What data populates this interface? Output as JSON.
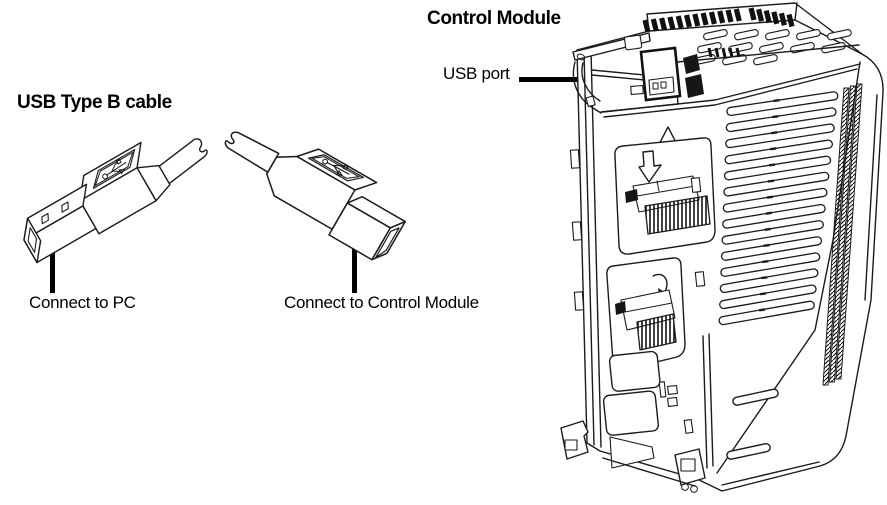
{
  "page": {
    "background": "#ffffff",
    "line_color": "#1b1b1b",
    "text_color": "#000000"
  },
  "cable_section": {
    "heading": "USB Type B cable",
    "type_a_label": "Connect to PC",
    "type_b_label": "Connect to Control Module",
    "type_a_illustration": "usb-type-a-plug",
    "type_b_illustration": "usb-type-b-plug"
  },
  "module_section": {
    "heading": "Control Module",
    "port_label": "USB port",
    "illustration": "control-module-isometric-line-drawing"
  }
}
